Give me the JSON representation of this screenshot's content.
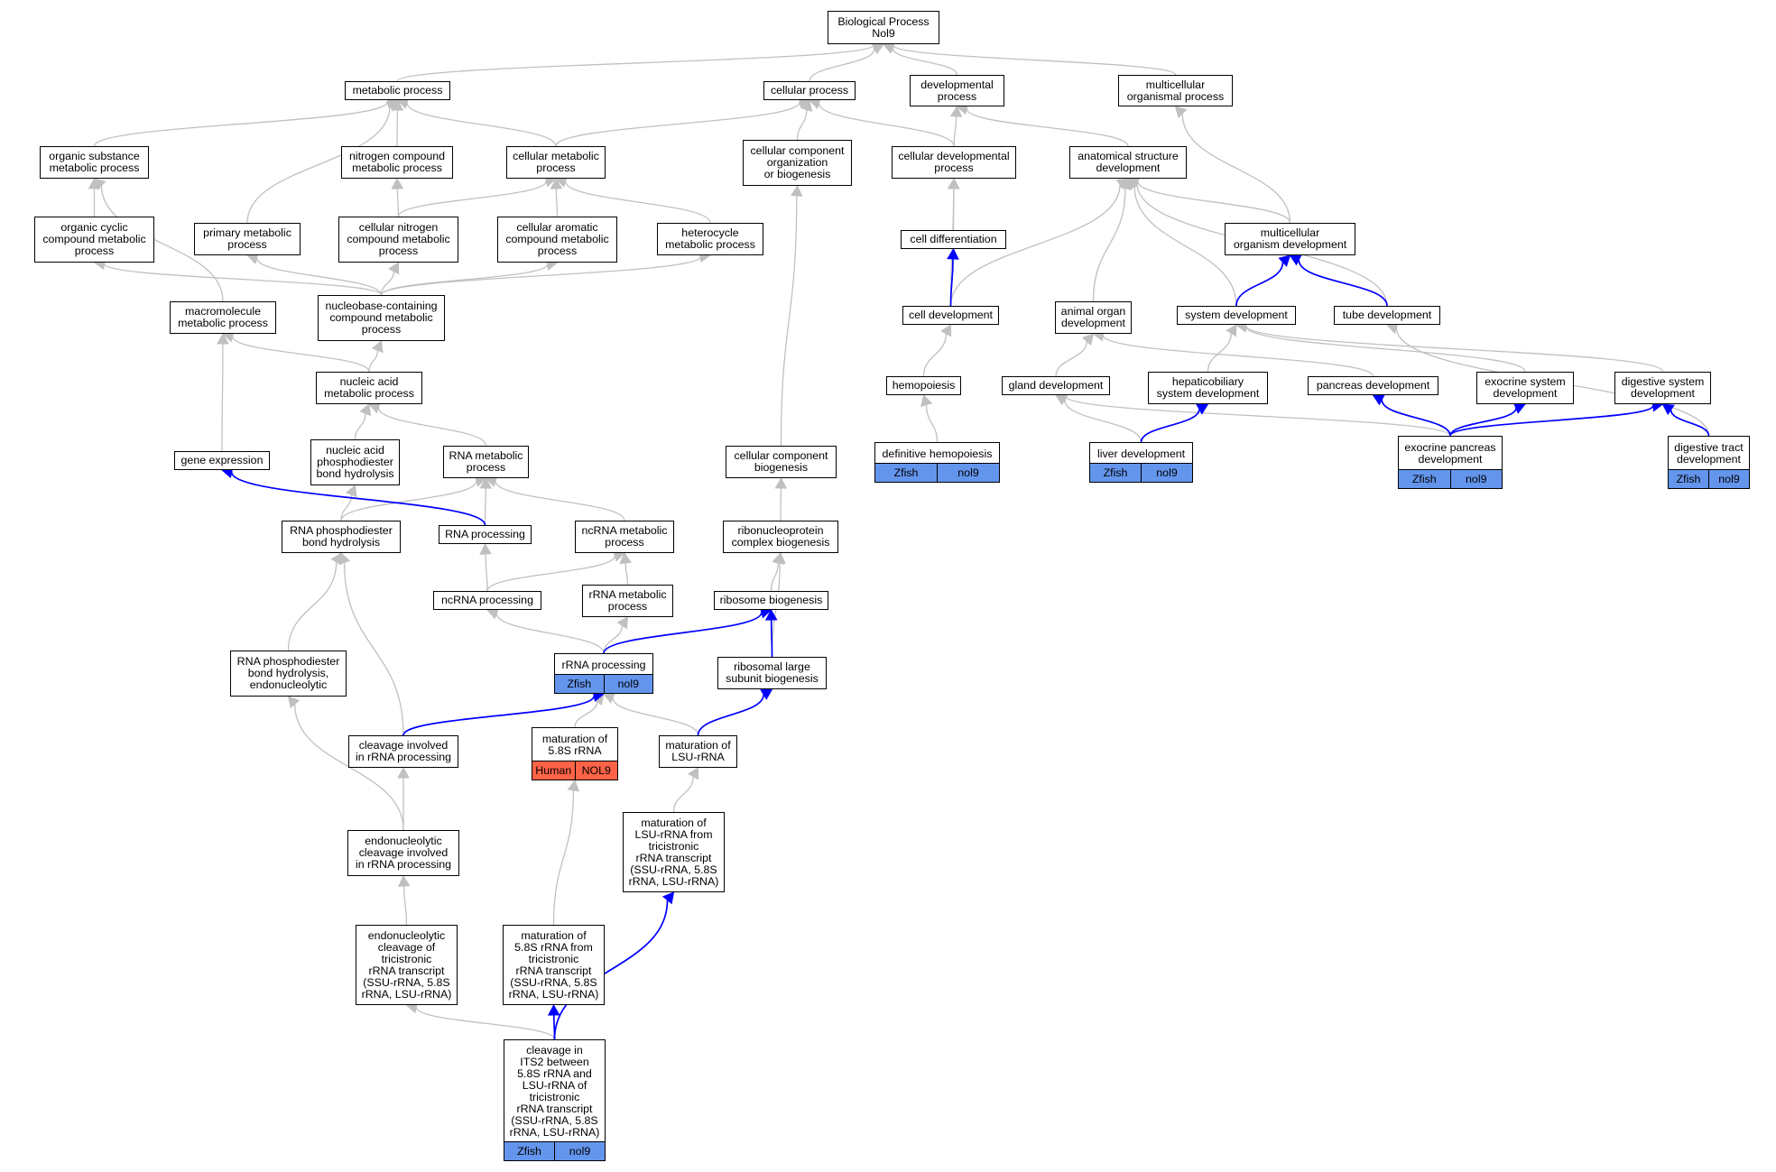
{
  "colors": {
    "gray_edge": "#c0c0c0",
    "blue_edge": "#0000ff",
    "zfish": "#6495ed",
    "human": "#ff6347"
  },
  "nodes": [
    {
      "id": "bp",
      "label": "Biological Process\nNol9"
    },
    {
      "id": "metabolic",
      "label": "metabolic process"
    },
    {
      "id": "cellular",
      "label": "cellular process"
    },
    {
      "id": "developmental",
      "label": "developmental\nprocess"
    },
    {
      "id": "multicellular",
      "label": "multicellular\norganismal process"
    },
    {
      "id": "orgsub",
      "label": "organic substance\nmetabolic process"
    },
    {
      "id": "nitrogen",
      "label": "nitrogen compound\nmetabolic process"
    },
    {
      "id": "cellmet",
      "label": "cellular metabolic\nprocess"
    },
    {
      "id": "ccob",
      "label": "cellular component\norganization\nor biogenesis"
    },
    {
      "id": "celldevproc",
      "label": "cellular developmental\nprocess"
    },
    {
      "id": "anatomical",
      "label": "anatomical structure\ndevelopment"
    },
    {
      "id": "orgcyclic",
      "label": "organic cyclic\ncompound metabolic\nprocess"
    },
    {
      "id": "primary",
      "label": "primary metabolic\nprocess"
    },
    {
      "id": "cellnitrogen",
      "label": "cellular nitrogen\ncompound metabolic\nprocess"
    },
    {
      "id": "cellaromatic",
      "label": "cellular aromatic\ncompound metabolic\nprocess"
    },
    {
      "id": "heterocycle",
      "label": "heterocycle\nmetabolic process"
    },
    {
      "id": "celldiff",
      "label": "cell differentiation"
    },
    {
      "id": "mcorgdev",
      "label": "multicellular\norganism development"
    },
    {
      "id": "macromolecule",
      "label": "macromolecule\nmetabolic process"
    },
    {
      "id": "nucleobase",
      "label": "nucleobase-containing\ncompound metabolic\nprocess"
    },
    {
      "id": "celldev",
      "label": "cell development"
    },
    {
      "id": "animalorgan",
      "label": "animal organ\ndevelopment"
    },
    {
      "id": "systemdev",
      "label": "system development"
    },
    {
      "id": "tubedev",
      "label": "tube development"
    },
    {
      "id": "nucleicacid",
      "label": "nucleic acid\nmetabolic process"
    },
    {
      "id": "hemopoiesis",
      "label": "hemopoiesis"
    },
    {
      "id": "glanddev",
      "label": "gland development"
    },
    {
      "id": "hepato",
      "label": "hepaticobiliary\nsystem development"
    },
    {
      "id": "pancreas",
      "label": "pancreas development"
    },
    {
      "id": "exocrine",
      "label": "exocrine system\ndevelopment"
    },
    {
      "id": "digestive",
      "label": "digestive system\ndevelopment"
    },
    {
      "id": "geneexpr",
      "label": "gene expression"
    },
    {
      "id": "naphospho",
      "label": "nucleic acid\nphosphodiester\nbond hydrolysis"
    },
    {
      "id": "rnamet",
      "label": "RNA metabolic\nprocess"
    },
    {
      "id": "ccbiogenesis",
      "label": "cellular component\nbiogenesis"
    },
    {
      "id": "defhemo",
      "label": "definitive hemopoiesis",
      "tags": [
        "Zfish",
        "nol9"
      ]
    },
    {
      "id": "liverdev",
      "label": "liver development",
      "tags": [
        "Zfish",
        "nol9"
      ]
    },
    {
      "id": "exopancreas",
      "label": "exocrine pancreas\ndevelopment",
      "tags": [
        "Zfish",
        "nol9"
      ]
    },
    {
      "id": "digtract",
      "label": "digestive tract\ndevelopment",
      "tags": [
        "Zfish",
        "nol9"
      ]
    },
    {
      "id": "rnaphospho",
      "label": "RNA phosphodiester\nbond hydrolysis"
    },
    {
      "id": "rnaproc",
      "label": "RNA processing"
    },
    {
      "id": "ncrnamet",
      "label": "ncRNA metabolic\nprocess"
    },
    {
      "id": "rnpbio",
      "label": "ribonucleoprotein\ncomplex biogenesis"
    },
    {
      "id": "ncrnaproc",
      "label": "ncRNA processing"
    },
    {
      "id": "rrnamet",
      "label": "rRNA metabolic\nprocess"
    },
    {
      "id": "ribobio",
      "label": "ribosome biogenesis"
    },
    {
      "id": "rnaphosendo",
      "label": "RNA phosphodiester\nbond hydrolysis,\nendonucleolytic"
    },
    {
      "id": "rrnaproc",
      "label": "rRNA processing",
      "tags": [
        "Zfish",
        "nol9"
      ]
    },
    {
      "id": "riblarge",
      "label": "ribosomal large\nsubunit biogenesis"
    },
    {
      "id": "cleavinv",
      "label": "cleavage involved\nin rRNA processing"
    },
    {
      "id": "mat58",
      "label": "maturation of\n5.8S rRNA",
      "tags": [
        "Human",
        "NOL9"
      ],
      "human": true
    },
    {
      "id": "matlsu",
      "label": "maturation of\nLSU-rRNA"
    },
    {
      "id": "endocleav",
      "label": "endonucleolytic\ncleavage involved\nin rRNA processing"
    },
    {
      "id": "matlsutri",
      "label": "maturation of\nLSU-rRNA from\ntricistronic\nrRNA transcript\n(SSU-rRNA, 5.8S\nrRNA, LSU-rRNA)"
    },
    {
      "id": "endotri",
      "label": "endonucleolytic\ncleavage of\ntricistronic\nrRNA transcript\n(SSU-rRNA, 5.8S\nrRNA, LSU-rRNA)"
    },
    {
      "id": "mat58tri",
      "label": "maturation of\n5.8S rRNA from\ntricistronic\nrRNA transcript\n(SSU-rRNA, 5.8S\nrRNA, LSU-rRNA)"
    },
    {
      "id": "its2",
      "label": "cleavage in\nITS2 between\n5.8S rRNA and\nLSU-rRNA of\ntricistronic\nrRNA transcript\n(SSU-rRNA, 5.8S\nrRNA, LSU-rRNA)",
      "tags": [
        "Zfish",
        "nol9"
      ]
    }
  ],
  "edges": [
    [
      "metabolic",
      "bp"
    ],
    [
      "cellular",
      "bp"
    ],
    [
      "developmental",
      "bp"
    ],
    [
      "multicellular",
      "bp"
    ],
    [
      "orgsub",
      "metabolic"
    ],
    [
      "nitrogen",
      "metabolic"
    ],
    [
      "cellmet",
      "metabolic"
    ],
    [
      "primary",
      "metabolic"
    ],
    [
      "cellmet",
      "cellular"
    ],
    [
      "ccob",
      "cellular"
    ],
    [
      "celldevproc",
      "cellular"
    ],
    [
      "celldevproc",
      "developmental"
    ],
    [
      "anatomical",
      "developmental"
    ],
    [
      "mcorgdev",
      "multicellular"
    ],
    [
      "orgcyclic",
      "orgsub"
    ],
    [
      "macromolecule",
      "orgsub"
    ],
    [
      "cellnitrogen",
      "nitrogen"
    ],
    [
      "cellnitrogen",
      "cellmet"
    ],
    [
      "cellaromatic",
      "cellmet"
    ],
    [
      "heterocycle",
      "cellmet"
    ],
    [
      "celldiff",
      "celldevproc"
    ],
    [
      "celldev",
      "celldevproc"
    ],
    [
      "celldev",
      "anatomical"
    ],
    [
      "animalorgan",
      "anatomical"
    ],
    [
      "systemdev",
      "anatomical"
    ],
    [
      "tubedev",
      "anatomical"
    ],
    [
      "mcorgdev",
      "anatomical"
    ],
    [
      "nucleobase",
      "orgcyclic"
    ],
    [
      "nucleobase",
      "primary"
    ],
    [
      "nucleobase",
      "cellnitrogen"
    ],
    [
      "nucleobase",
      "cellaromatic"
    ],
    [
      "nucleobase",
      "heterocycle"
    ],
    [
      "nucleicacid",
      "macromolecule"
    ],
    [
      "nucleicacid",
      "nucleobase"
    ],
    [
      "geneexpr",
      "macromolecule"
    ],
    [
      "hemopoiesis",
      "celldev"
    ],
    [
      "defhemo",
      "hemopoiesis"
    ],
    [
      "glanddev",
      "animalorgan"
    ],
    [
      "hepato",
      "systemdev"
    ],
    [
      "pancreas",
      "animalorgan"
    ],
    [
      "exocrine",
      "systemdev"
    ],
    [
      "digestive",
      "systemdev"
    ],
    [
      "liverdev",
      "glanddev"
    ],
    [
      "exopancreas",
      "glanddev"
    ],
    [
      "digtract",
      "tubedev"
    ],
    [
      "naphospho",
      "nucleicacid"
    ],
    [
      "rnamet",
      "nucleicacid"
    ],
    [
      "rnaphospho",
      "naphospho"
    ],
    [
      "rnaphospho",
      "rnamet"
    ],
    [
      "rnaproc",
      "rnamet"
    ],
    [
      "ncrnamet",
      "rnamet"
    ],
    [
      "ccbiogenesis",
      "ccob"
    ],
    [
      "rnpbio",
      "ccbiogenesis"
    ],
    [
      "ribobio",
      "rnpbio"
    ],
    [
      "riblarge",
      "rnpbio"
    ],
    [
      "ncrnaproc",
      "rnaproc"
    ],
    [
      "ncrnaproc",
      "ncrnamet"
    ],
    [
      "rrnamet",
      "ncrnamet"
    ],
    [
      "rrnaproc",
      "ncrnaproc"
    ],
    [
      "rrnaproc",
      "rrnamet"
    ],
    [
      "rnaphosendo",
      "rnaphospho"
    ],
    [
      "cleavinv",
      "rnaphospho"
    ],
    [
      "mat58",
      "rrnaproc"
    ],
    [
      "matlsu",
      "rrnaproc"
    ],
    [
      "endocleav",
      "rnaphosendo"
    ],
    [
      "endocleav",
      "cleavinv"
    ],
    [
      "matlsutri",
      "matlsu"
    ],
    [
      "endotri",
      "endocleav"
    ],
    [
      "mat58tri",
      "mat58"
    ],
    [
      "its2",
      "endotri"
    ]
  ],
  "blue_edges": [
    [
      "celldev",
      "celldiff"
    ],
    [
      "systemdev",
      "mcorgdev"
    ],
    [
      "tubedev",
      "mcorgdev"
    ],
    [
      "liverdev",
      "hepato"
    ],
    [
      "exopancreas",
      "pancreas"
    ],
    [
      "exopancreas",
      "exocrine"
    ],
    [
      "exopancreas",
      "digestive"
    ],
    [
      "digtract",
      "digestive"
    ],
    [
      "rnaproc",
      "geneexpr"
    ],
    [
      "rrnaproc",
      "ribobio"
    ],
    [
      "riblarge",
      "ribobio"
    ],
    [
      "matlsu",
      "riblarge"
    ],
    [
      "cleavinv",
      "rrnaproc"
    ],
    [
      "its2",
      "mat58tri"
    ],
    [
      "its2",
      "matlsutri"
    ]
  ]
}
